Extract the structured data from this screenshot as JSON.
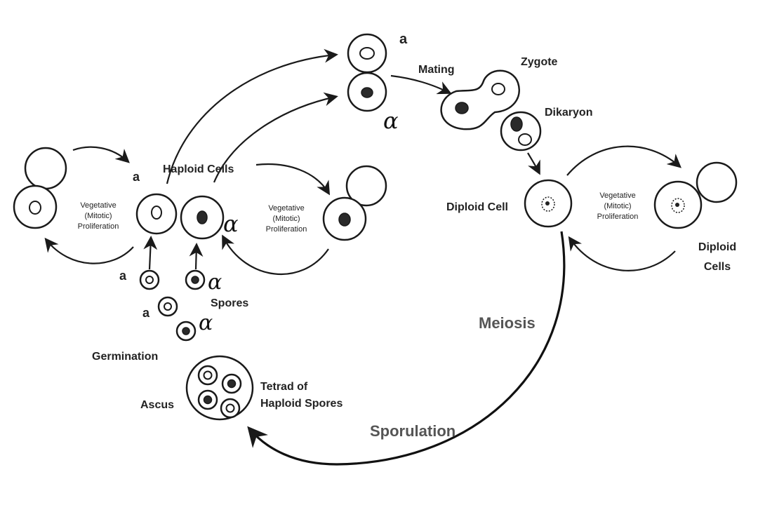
{
  "labels": {
    "haploid_cells": "Haploid Cells",
    "mating": "Mating",
    "zygote": "Zygote",
    "dikaryon": "Dikaryon",
    "diploid_cell": "Diploid Cell",
    "diploid_cells_line1": "Diploid",
    "diploid_cells_line2": "Cells",
    "meiosis": "Meiosis",
    "sporulation": "Sporulation",
    "tetrad_line1": "Tetrad of",
    "tetrad_line2": "Haploid Spores",
    "ascus": "Ascus",
    "germination": "Germination",
    "spores": "Spores",
    "veg_left_line1": "Vegetative",
    "veg_left_line2": "(Mitotic)",
    "veg_left_line3": "Proliferation",
    "veg_mid_line1": "Vegetative",
    "veg_mid_line2": "(Mitotic)",
    "veg_mid_line3": "Proliferation",
    "veg_right_line1": "Vegetative",
    "veg_right_line2": "(Mitotic)",
    "veg_right_line3": "Proliferation"
  },
  "mating_types": {
    "a": "a",
    "alpha": "α"
  },
  "colors": {
    "ink": "#1a1a1a",
    "background": "#ffffff",
    "large_label": "#555555"
  }
}
